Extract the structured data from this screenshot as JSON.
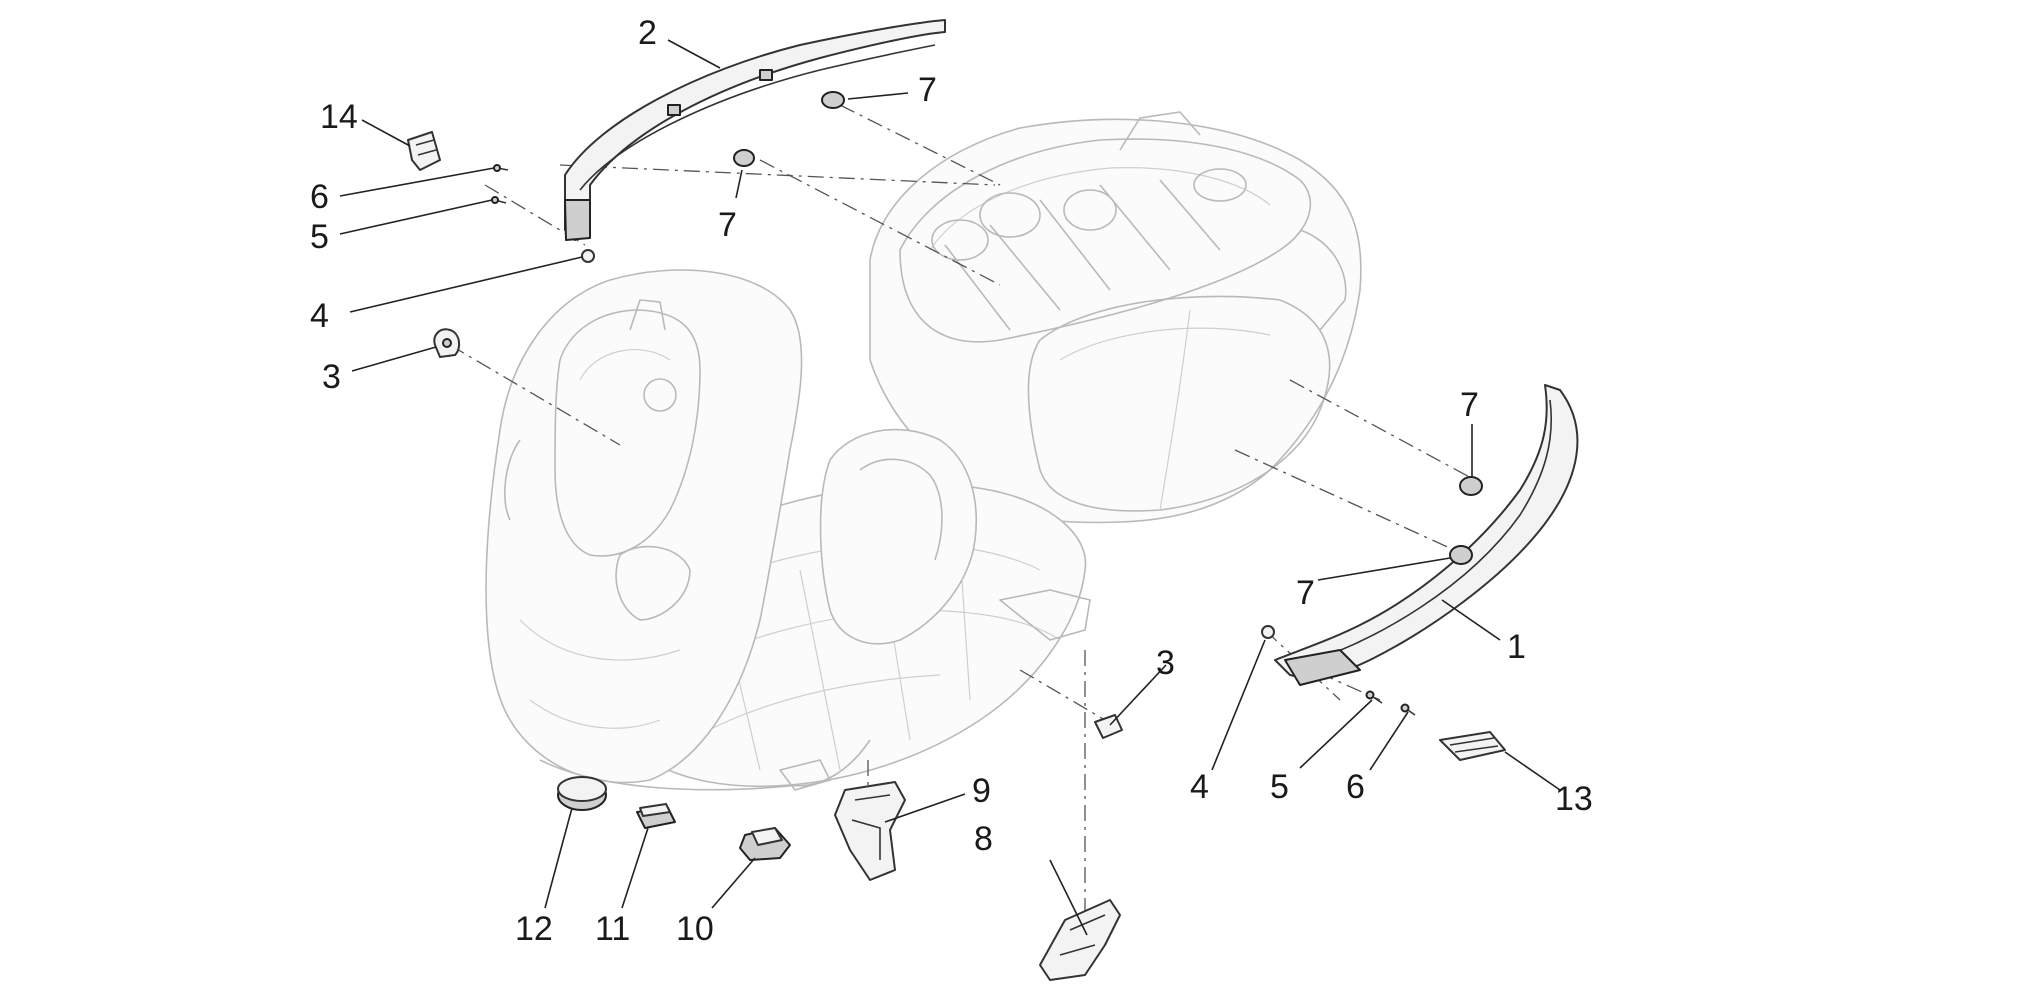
{
  "callouts": {
    "c1": "1",
    "c2": "2",
    "c3_left": "3",
    "c3_mid": "3",
    "c4_left": "4",
    "c4_right": "4",
    "c5_left": "5",
    "c5_right": "5",
    "c6_left": "6",
    "c6_right": "6",
    "c7_top": "7",
    "c7_topmid": "7",
    "c7_right_upper": "7",
    "c7_right_lower": "7",
    "c8": "8",
    "c9": "9",
    "c10": "10",
    "c11": "11",
    "c12": "12",
    "c13": "13",
    "c14": "14"
  }
}
